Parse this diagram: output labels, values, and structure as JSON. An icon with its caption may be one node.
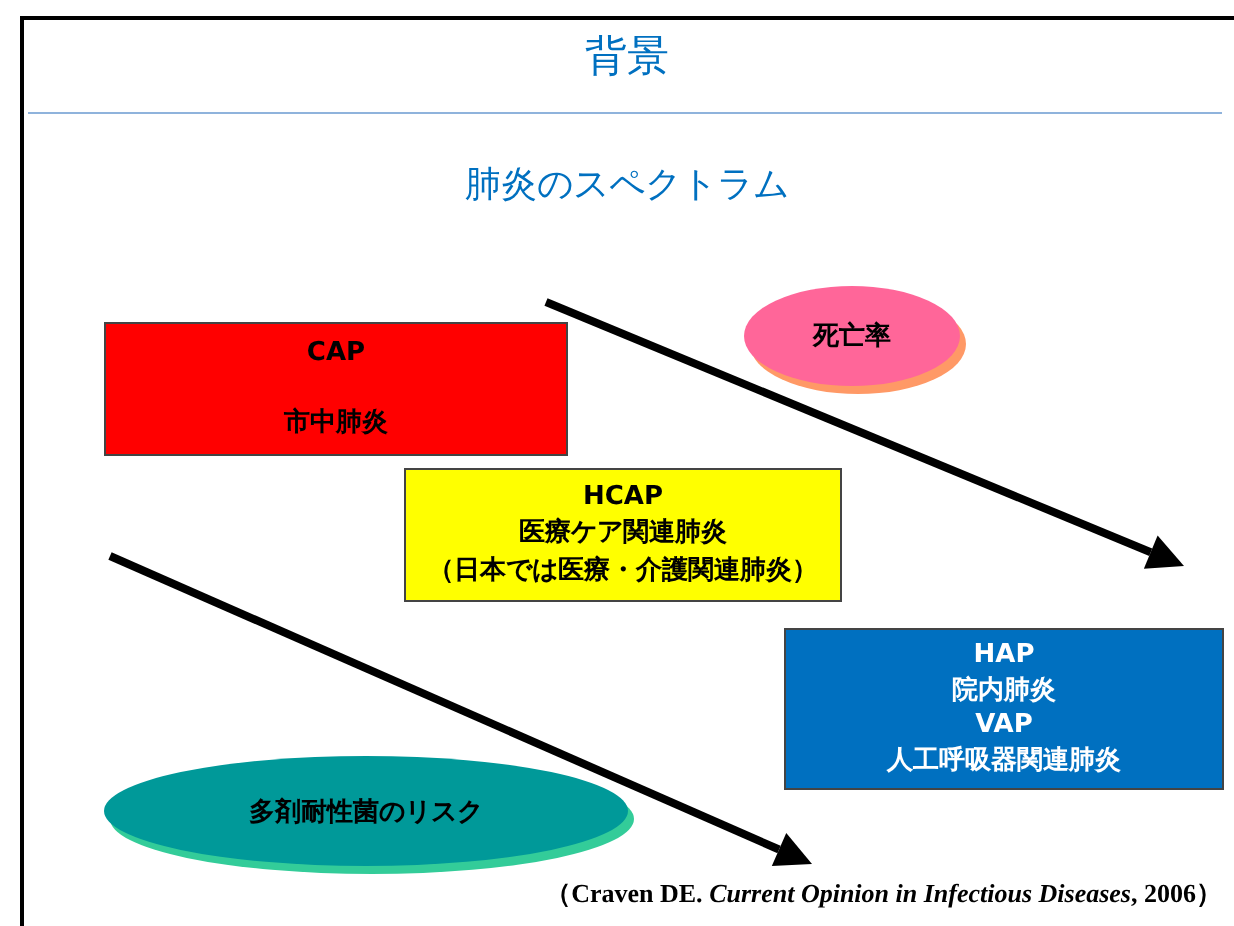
{
  "diagram": {
    "title": "背景",
    "nodes": [
      {
        "text": [
          "CAP",
          "市中肺炎"
        ]
      },
      {
        "text": [
          "死亡率"
        ]
      },
      {
        "text": [
          "HCAP",
          "医療ケア関連肺炎",
          "（日本では医療・介護関連肺炎）"
        ]
      },
      {
        "text": [
          "HAP",
          "院内肺炎",
          "VAP",
          "人工呼吸器関連肺炎"
        ]
      },
      {
        "text": [
          "多剤耐性菌のリスク"
        ]
      }
    ],
    "labels": [
      "肺炎のスペクトラム"
    ],
    "caption": "（Craven DE. *Current Opinion in Infectious Diseases*, 2006）"
  }
}
